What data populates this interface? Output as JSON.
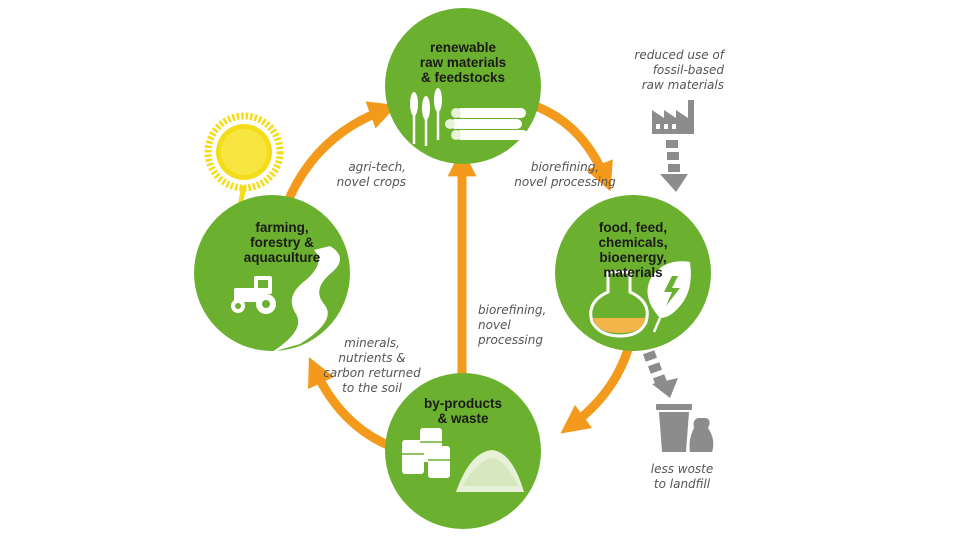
{
  "colors": {
    "node_green": "#6bb12f",
    "arrow_orange": "#f39a1c",
    "sun_yellow": "#f5dc1a",
    "grey": "#8c8c8c",
    "label_text": "#555555"
  },
  "nodes": {
    "raw_materials": {
      "title_lines": [
        "renewable",
        "raw materials",
        "& feedstocks"
      ],
      "icons": [
        "wheat-icon",
        "logs-icon"
      ]
    },
    "products": {
      "title_lines": [
        "food, feed,",
        "chemicals, bioenergy,",
        "materials"
      ],
      "icons": [
        "flask-icon",
        "energy-leaf-icon"
      ]
    },
    "byproducts": {
      "title_lines": [
        "by-products",
        "& waste"
      ],
      "icons": [
        "barrels-icon",
        "pellets-pile-icon"
      ]
    },
    "farming": {
      "title_lines": [
        "farming,",
        "forestry &",
        "aquaculture"
      ],
      "icons": [
        "tractor-icon",
        "river-icon"
      ]
    }
  },
  "edges": {
    "agri_tech": [
      "agri-tech,",
      "novel crops"
    ],
    "biorefining_top": [
      "biorefining,",
      "novel processing"
    ],
    "biorefining_center": [
      "biorefining,",
      "novel",
      "processing"
    ],
    "minerals": [
      "minerals,",
      "nutrients &",
      "carbon returned",
      "to the soil"
    ]
  },
  "side_notes": {
    "fossil": [
      "reduced use of",
      "fossil-based",
      "raw materials"
    ],
    "landfill": [
      "less woste",
      "to landfill"
    ]
  },
  "icons": [
    "sun-icon",
    "factory-icon",
    "bin-icon",
    "waste-bag-icon"
  ]
}
